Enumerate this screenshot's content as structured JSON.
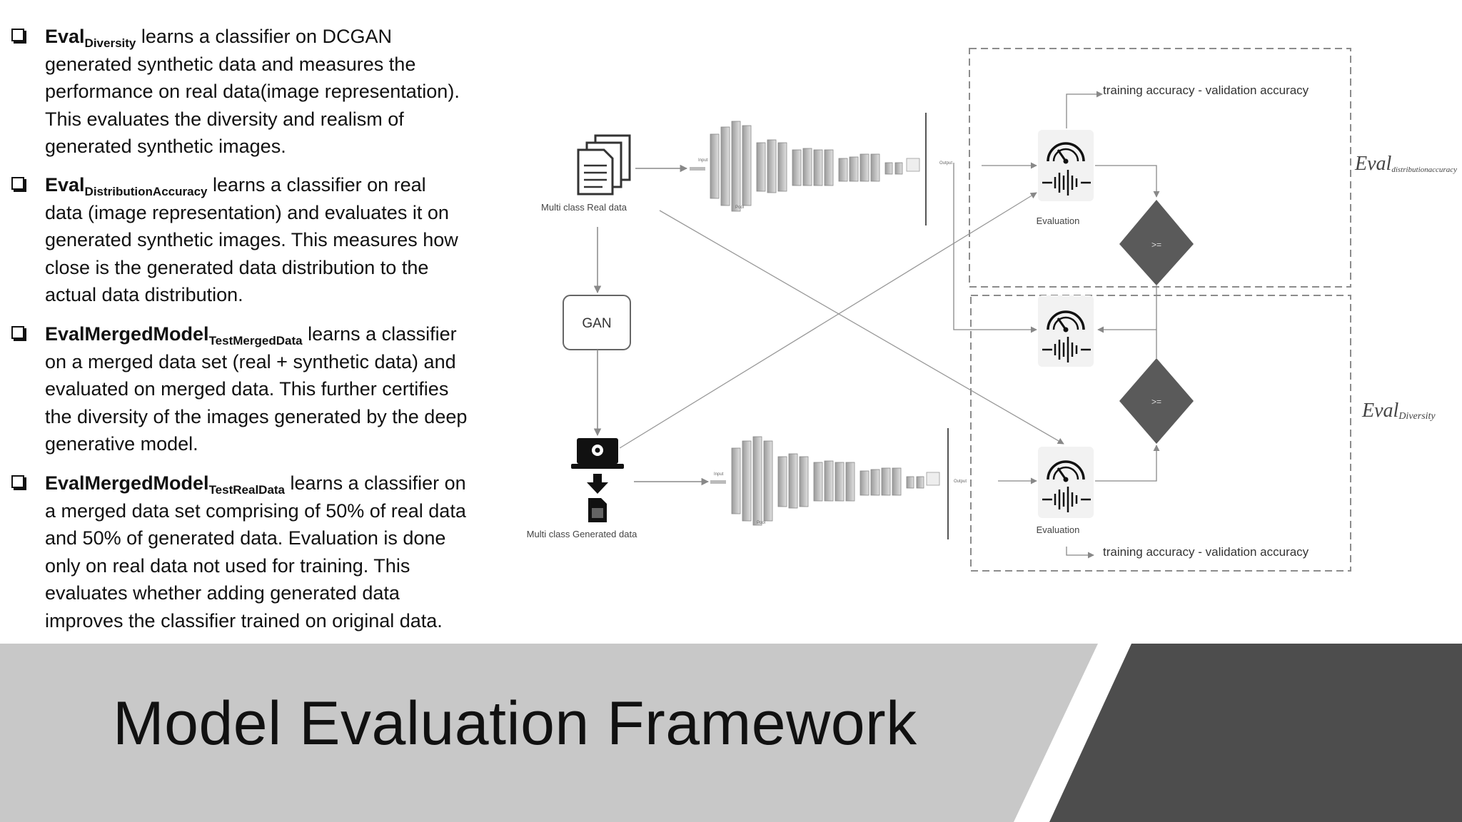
{
  "slide": {
    "title": "Model Evaluation Framework"
  },
  "bullets": [
    {
      "name": "Eval",
      "sub": "Diversity",
      "text": "learns a classifier on DCGAN generated synthetic data and measures the performance on real data(image representation). This evaluates the diversity and realism of generated synthetic images."
    },
    {
      "name": "Eval",
      "sub": "DistributionAccuracy",
      "text": "learns a classifier on real data (image representation) and evaluates it on generated synthetic images. This measures how close is the generated data distribution to the actual data distribution."
    },
    {
      "name": "EvalMergedModel",
      "sub": "TestMergedData",
      "text": "learns a classifier on a merged data set (real + synthetic data) and evaluated on merged data. This further certifies the diversity of the images generated by the deep generative model."
    },
    {
      "name": "EvalMergedModel",
      "sub": "TestRealData",
      "text": "learns a classifier on a merged data set comprising of 50% of real data and 50% of generated data. Evaluation is done only on real data not used for training. This evaluates whether adding generated data improves the classifier trained on original data."
    }
  ],
  "diagram": {
    "real_data_label": "Multi class Real data",
    "gan_label": "GAN",
    "generated_data_label": "Multi class Generated data",
    "evaluation_label_top": "Evaluation",
    "evaluation_label_bottom": "Evaluation",
    "compare_top": ">=",
    "compare_bottom": ">=",
    "train_val_top": "training accuracy - validation accuracy",
    "train_val_bottom": "training accuracy - validation accuracy",
    "eval_dist_main": "Eval",
    "eval_dist_sub": "distributionaccuracy",
    "eval_div_main": "Eval",
    "eval_div_sub": "Diversity",
    "cnn_input": "Input",
    "cnn_output": "Output",
    "cnn_pool": "Pool"
  },
  "colors": {
    "band_light": "#c8c8c8",
    "band_dark": "#4d4d4d",
    "diamond": "#5a5a5a",
    "dashed_box": "#8c8c8c"
  }
}
